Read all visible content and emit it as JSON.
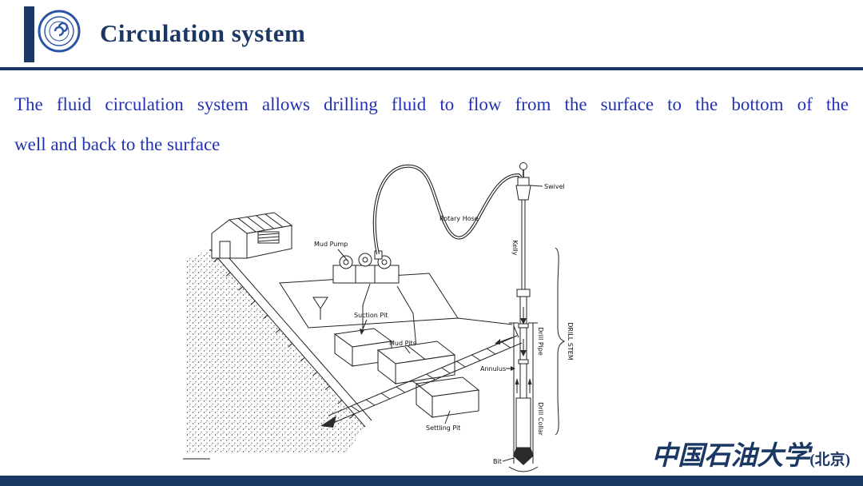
{
  "header": {
    "title": "Circulation system"
  },
  "body": {
    "lines": [
      "The fluid circulation system allows drilling fluid to flow from the surface to the bottom of the",
      "well and back to the surface"
    ]
  },
  "diagram": {
    "labels": {
      "rotary_hose": "Rotary Hose",
      "swivel": "Swivel",
      "mud_pump": "Mud Pump",
      "kelly": "Kelly",
      "suction_pit": "Suction Pit",
      "mud_pits": "Mud Pits",
      "annulus": "Annulus",
      "drill_pipe": "Drill Pipe",
      "drill_stem": "DRILL STEM",
      "drill_collar": "Drill Collar",
      "settling_pit": "Settling Pit",
      "bit": "Bit"
    }
  },
  "footer": {
    "university_name": "中国石油大学",
    "campus": "(北京)"
  },
  "colors": {
    "navy": "#1b3764",
    "body_text_blue": "#2333b0",
    "diagram_ink": "#222222",
    "logo_blue": "#2a55a4"
  }
}
